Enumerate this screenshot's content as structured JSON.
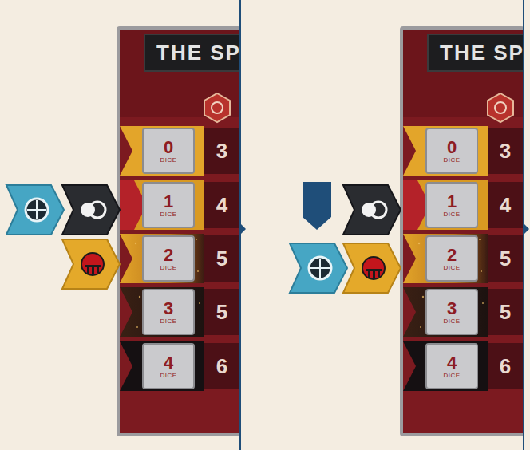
{
  "diagram": {
    "nodes": [
      {
        "text": [
          "THE SP"
        ]
      },
      {
        "text": [
          "0",
          "DICE"
        ],
        "in": 0
      },
      {
        "text": [
          "3"
        ],
        "in": 0
      },
      {
        "text": [
          "1",
          "DICE"
        ],
        "in": 0
      },
      {
        "text": [
          "4"
        ],
        "in": 0
      },
      {
        "text": [
          "2",
          "DICE"
        ],
        "in": 0
      },
      {
        "text": [
          "5"
        ],
        "in": 0
      },
      {
        "text": [
          "3",
          "DICE"
        ],
        "in": 0
      },
      {
        "text": [
          "5"
        ],
        "in": 0
      },
      {
        "text": [
          "4",
          "DICE"
        ],
        "in": 0
      },
      {
        "text": [
          "6"
        ],
        "in": 0
      },
      {
        "text": [
          "THE SP"
        ]
      },
      {
        "text": [
          "0",
          "DICE"
        ],
        "in": 11
      },
      {
        "text": [
          "3"
        ],
        "in": 11
      },
      {
        "text": [
          "1",
          "DICE"
        ],
        "in": 11
      },
      {
        "text": [
          "4"
        ],
        "in": 11
      },
      {
        "text": [
          "2",
          "DICE"
        ],
        "in": 11
      },
      {
        "text": [
          "5"
        ],
        "in": 11
      },
      {
        "text": [
          "3",
          "DICE"
        ],
        "in": 11
      },
      {
        "text": [
          "5"
        ],
        "in": 11
      },
      {
        "text": [
          "4",
          "DICE"
        ],
        "in": 11
      },
      {
        "text": [
          "6"
        ],
        "in": 11
      }
    ]
  }
}
